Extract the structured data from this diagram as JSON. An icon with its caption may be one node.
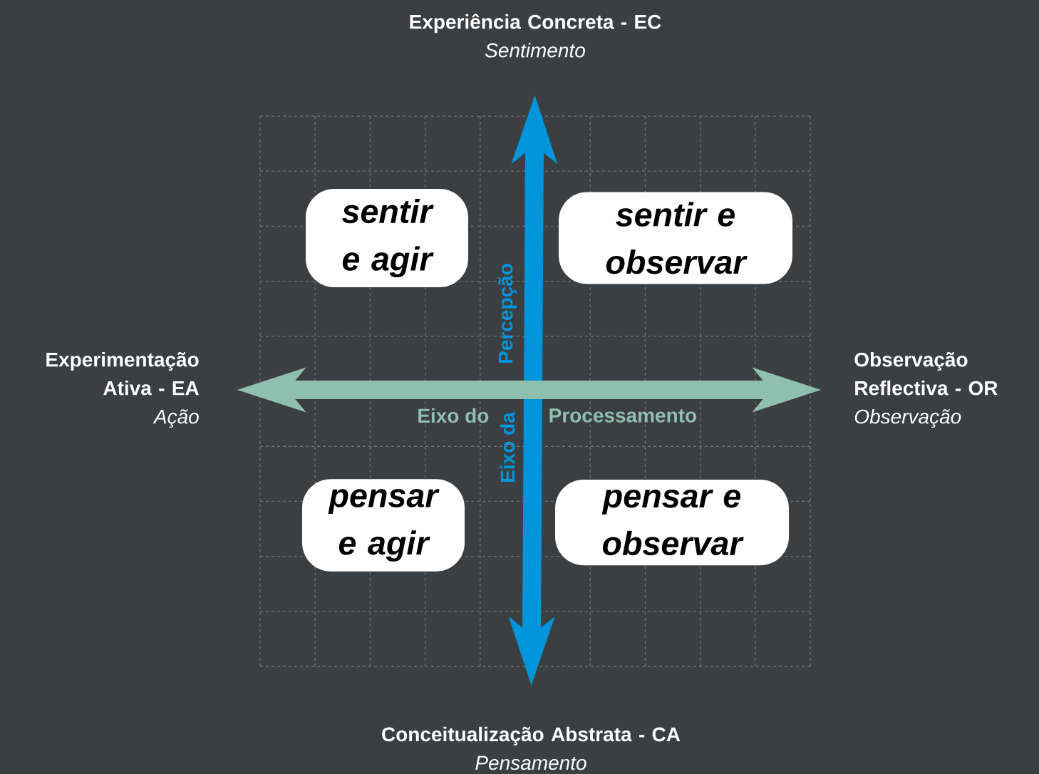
{
  "diagram": {
    "nodes": [
      {
        "text": [
          "Experiência Concreta - EC",
          "Sentimento"
        ]
      },
      {
        "text": [
          "Conceitualização Abstrata - CA",
          "Pensamento"
        ]
      },
      {
        "text": [
          "Experimentação Ativa - EA",
          "Ação"
        ]
      },
      {
        "text": [
          "Observação Reflectiva - OR",
          "Observação"
        ]
      },
      {
        "text": [
          "sentir e agir"
        ]
      },
      {
        "text": [
          "sentir e observar"
        ]
      },
      {
        "text": [
          "pensar e agir"
        ]
      },
      {
        "text": [
          "pensar e observar"
        ]
      }
    ],
    "edges": [
      {
        "from": 0,
        "to": 1,
        "arrow": "both",
        "color": "#0095da"
      },
      {
        "from": 2,
        "to": 3,
        "arrow": "both",
        "color": "#8fbfae"
      }
    ],
    "labels": [
      "Percepção",
      "Eixo do",
      "Processamento",
      "Eixo da"
    ]
  }
}
